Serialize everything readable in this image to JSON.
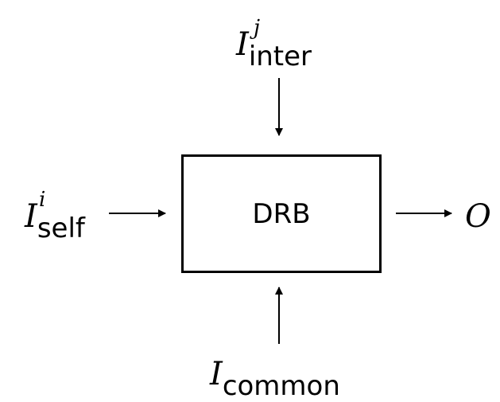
{
  "block": {
    "label": "DRB"
  },
  "inputs": {
    "inter": {
      "symbol": "I",
      "subscript": "inter",
      "superscript": "j"
    },
    "self": {
      "symbol": "I",
      "subscript": "self",
      "superscript": "i"
    },
    "common": {
      "symbol": "I",
      "subscript": "common"
    }
  },
  "output": {
    "symbol": "O"
  },
  "colors": {
    "stroke": "#000000",
    "background": "#ffffff"
  }
}
